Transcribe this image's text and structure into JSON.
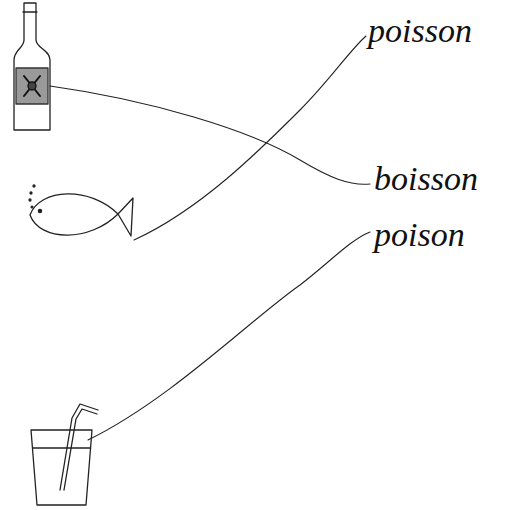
{
  "diagram": {
    "labels": [
      "poisson",
      "boisson",
      "poison"
    ]
  }
}
